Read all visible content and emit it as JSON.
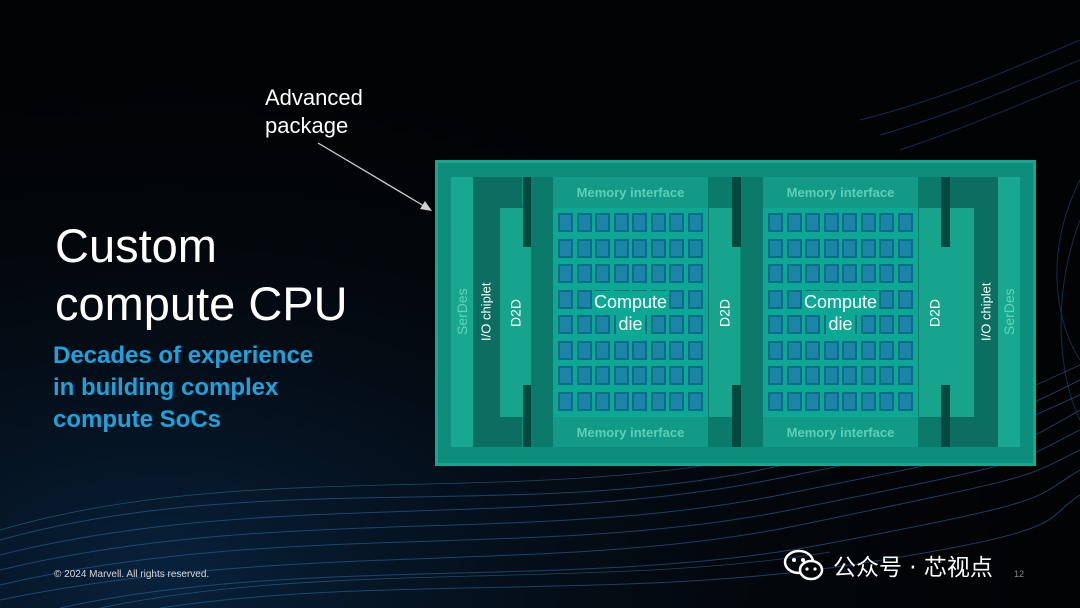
{
  "title": {
    "line1": "Custom",
    "line2": "compute CPU"
  },
  "subtitle": {
    "line1": "Decades of experience",
    "line2": "in building complex",
    "line3": "compute SoCs"
  },
  "callout": {
    "line1": "Advanced",
    "line2": "package"
  },
  "diagram": {
    "serdes_left": "SerDes",
    "io_left": "I/O chiplet",
    "d2d_left": "D2D",
    "mem_top_left": "Memory interface",
    "mem_bottom_left": "Memory interface",
    "compute_left": {
      "line1": "Compute",
      "line2": "die"
    },
    "d2d_mid": "D2D",
    "mem_top_right": "Memory interface",
    "mem_bottom_right": "Memory interface",
    "compute_right": {
      "line1": "Compute",
      "line2": "die"
    },
    "d2d_right": "D2D",
    "io_right": "I/O chiplet",
    "serdes_right": "SerDes"
  },
  "footer": {
    "copyright": "© 2024 Marvell. All rights reserved.",
    "page": "12"
  },
  "watermark": {
    "icon": "wechat-icon",
    "label": "公众号 · 芯视点"
  },
  "colors": {
    "background": "#020305",
    "title": "#ffffff",
    "subtitle": "#1aa3dc",
    "package_border": "#16a88e",
    "package_fill": "#0d8d7b",
    "io_chiplet": "#0b6e60",
    "memory_interface": "#139a86",
    "core_cell": "#1c84a6"
  }
}
